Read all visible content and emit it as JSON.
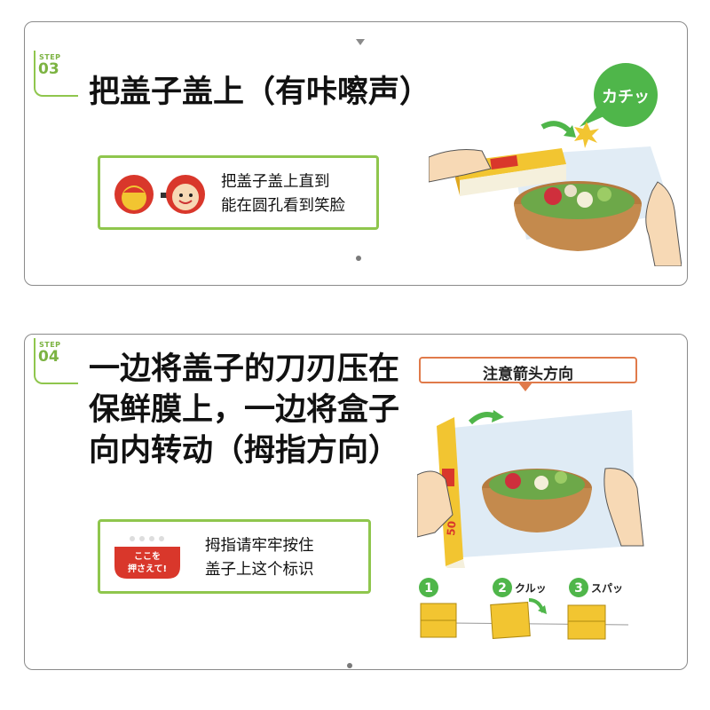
{
  "step3": {
    "step_label": "STEP",
    "step_number": "03",
    "title": "把盖子盖上（有咔嚓声）",
    "note": "把盖子盖上直到\n能在圆孔看到笑脸",
    "sound_effect": "カチッ"
  },
  "step4": {
    "step_label": "STEP",
    "step_number": "04",
    "title": "一边将盖子的刀刃压在\n保鲜膜上，一边将盒子\n向内转动（拇指方向）",
    "note": "拇指请牢牢按住\n盖子上这个标识",
    "badge_text_1": "ここを",
    "badge_text_2": "押さえて!",
    "hint": "注意箭头方向",
    "box_label": "50",
    "steps": [
      {
        "num": "1",
        "sfx": ""
      },
      {
        "num": "2",
        "sfx": "クルッ"
      },
      {
        "num": "3",
        "sfx": "スパッ"
      }
    ]
  },
  "colors": {
    "green": "#8fc64d",
    "orange": "#e07a4a",
    "yellow": "#f2c531",
    "red": "#d9372b"
  }
}
